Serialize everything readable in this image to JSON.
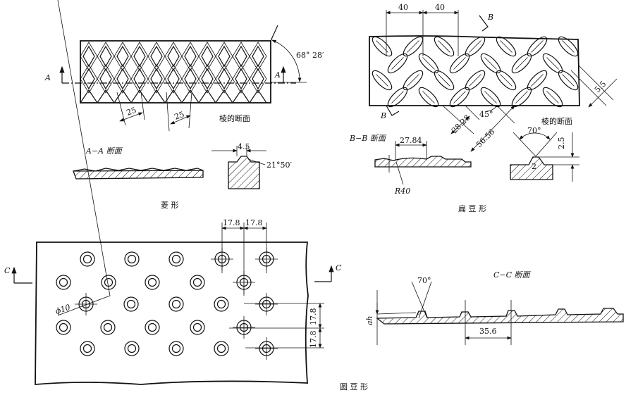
{
  "diamond": {
    "caption": "菱 形",
    "angle_label": "68° 28′",
    "section_marker": "A",
    "pitch_1": "25",
    "pitch_2": "25",
    "ridge_section_label": "棱的断面",
    "section_title": "A−A 断面",
    "ridge_width": "4.5",
    "ridge_angle": "21°50′"
  },
  "lentil": {
    "caption": "扁 豆 形",
    "pitch_1": "40",
    "pitch_2": "40",
    "section_marker": "B",
    "dim_5_5": "5.5",
    "dim_28_28": "28.28",
    "dim_56_56": "56.56",
    "angle_45": "45°",
    "ridge_section_label": "棱的断面",
    "ridge_angle": "70°",
    "ridge_height": "2.5",
    "ridge_base": "2",
    "section_title": "B−B 断面",
    "section_width": "27.84",
    "radius": "R40"
  },
  "round": {
    "caption": "圆 豆 形",
    "section_marker": "C",
    "pitch_h_1": "17.8",
    "pitch_h_2": "17.8",
    "pitch_v_1": "17.8",
    "pitch_v_2": "17.8",
    "diameter": "ϕ10",
    "section_title": "C−C 断面",
    "cone_angle": "70°",
    "height_label": "ah",
    "section_pitch": "35.6"
  }
}
